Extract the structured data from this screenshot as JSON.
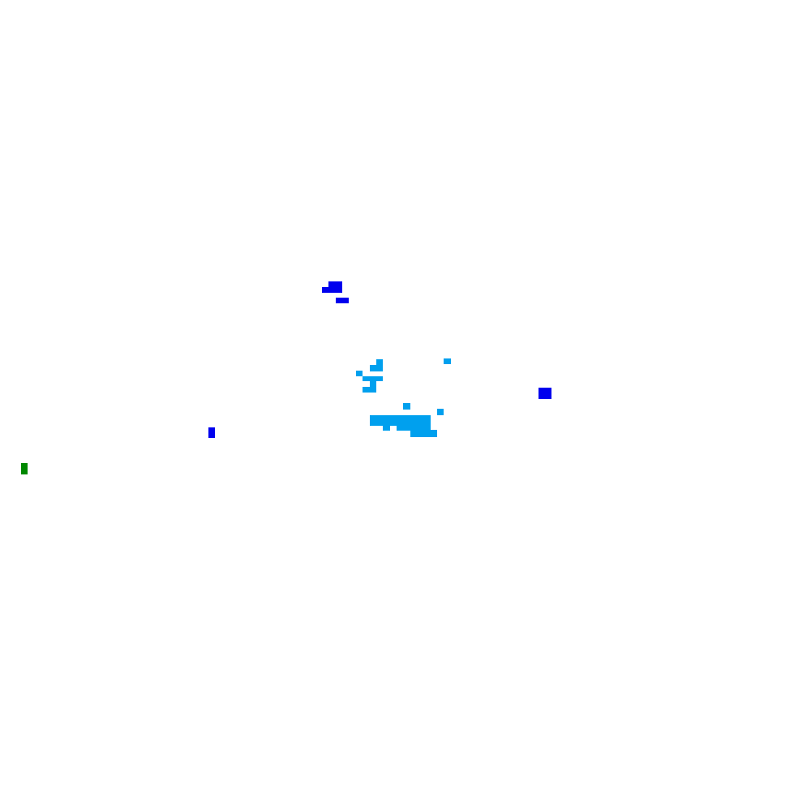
{
  "palette": {
    "background": "#ffffff",
    "deep_blue": "#0000ee",
    "light_blue": "#00a0ee",
    "green": "#008800"
  },
  "clusters": [
    {
      "name": "deep-blue-cluster-top",
      "color": "deep_blue"
    },
    {
      "name": "light-blue-cluster-upper",
      "color": "light_blue"
    },
    {
      "name": "light-blue-cluster-lower",
      "color": "light_blue"
    },
    {
      "name": "light-blue-scattered",
      "color": "light_blue"
    },
    {
      "name": "deep-blue-square-right",
      "color": "deep_blue"
    },
    {
      "name": "deep-blue-mark-left",
      "color": "deep_blue"
    },
    {
      "name": "green-mark-edge",
      "color": "green"
    }
  ]
}
